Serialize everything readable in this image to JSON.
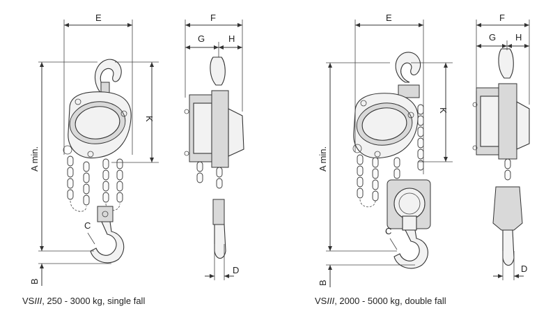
{
  "left": {
    "labels": {
      "E": "E",
      "F": "F",
      "G": "G",
      "H": "H",
      "K": "K",
      "A": "A min.",
      "B": "B",
      "C": "C",
      "D": "D"
    },
    "caption": {
      "prefix": "VS",
      "model": "III",
      "rest": ", 250 - 3000 kg, single fall"
    }
  },
  "right": {
    "labels": {
      "E": "E",
      "F": "F",
      "G": "G",
      "H": "H",
      "K": "K",
      "A": "A min.",
      "B": "B",
      "C": "C",
      "D": "D"
    },
    "caption": {
      "prefix": "VS",
      "model": "III",
      "rest": ", 2000 - 5000 kg, double fall"
    }
  }
}
